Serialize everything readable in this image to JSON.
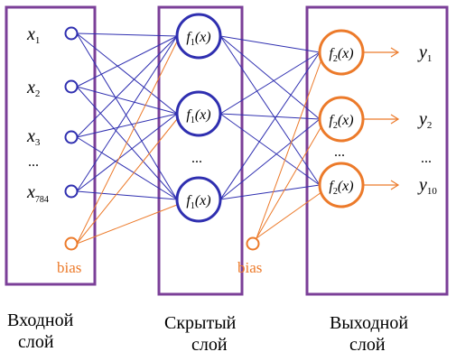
{
  "colors": {
    "frame": "#7b3f98",
    "blue": "#2f2fb0",
    "orange": "#ec7a2a",
    "text": "#000000"
  },
  "input_layer": {
    "inputs": [
      {
        "base": "x",
        "sub": "1"
      },
      {
        "base": "x",
        "sub": "2"
      },
      {
        "base": "x",
        "sub": "3"
      },
      {
        "base": "x",
        "sub": "784"
      }
    ],
    "ellipsis": "...",
    "bias": "bias",
    "label_line1": "Входной",
    "label_line2": "слой"
  },
  "hidden_layer": {
    "neurons": [
      {
        "fn": "f",
        "sub": "1",
        "arg": "x"
      },
      {
        "fn": "f",
        "sub": "1",
        "arg": "x"
      },
      {
        "fn": "f",
        "sub": "1",
        "arg": "x"
      }
    ],
    "ellipsis": "...",
    "bias": "bias",
    "label_line1": "Скрытый",
    "label_line2": "слой"
  },
  "output_layer": {
    "neurons": [
      {
        "fn": "f",
        "sub": "2",
        "arg": "x"
      },
      {
        "fn": "f",
        "sub": "2",
        "arg": "x"
      },
      {
        "fn": "f",
        "sub": "2",
        "arg": "x"
      }
    ],
    "ellipsis_nodes": "...",
    "outputs": [
      {
        "base": "y",
        "sub": "1"
      },
      {
        "base": "y",
        "sub": "2"
      },
      {
        "base": "y",
        "sub": "10"
      }
    ],
    "ellipsis_outputs": "...",
    "label_line1": "Выходной",
    "label_line2": "слой"
  }
}
